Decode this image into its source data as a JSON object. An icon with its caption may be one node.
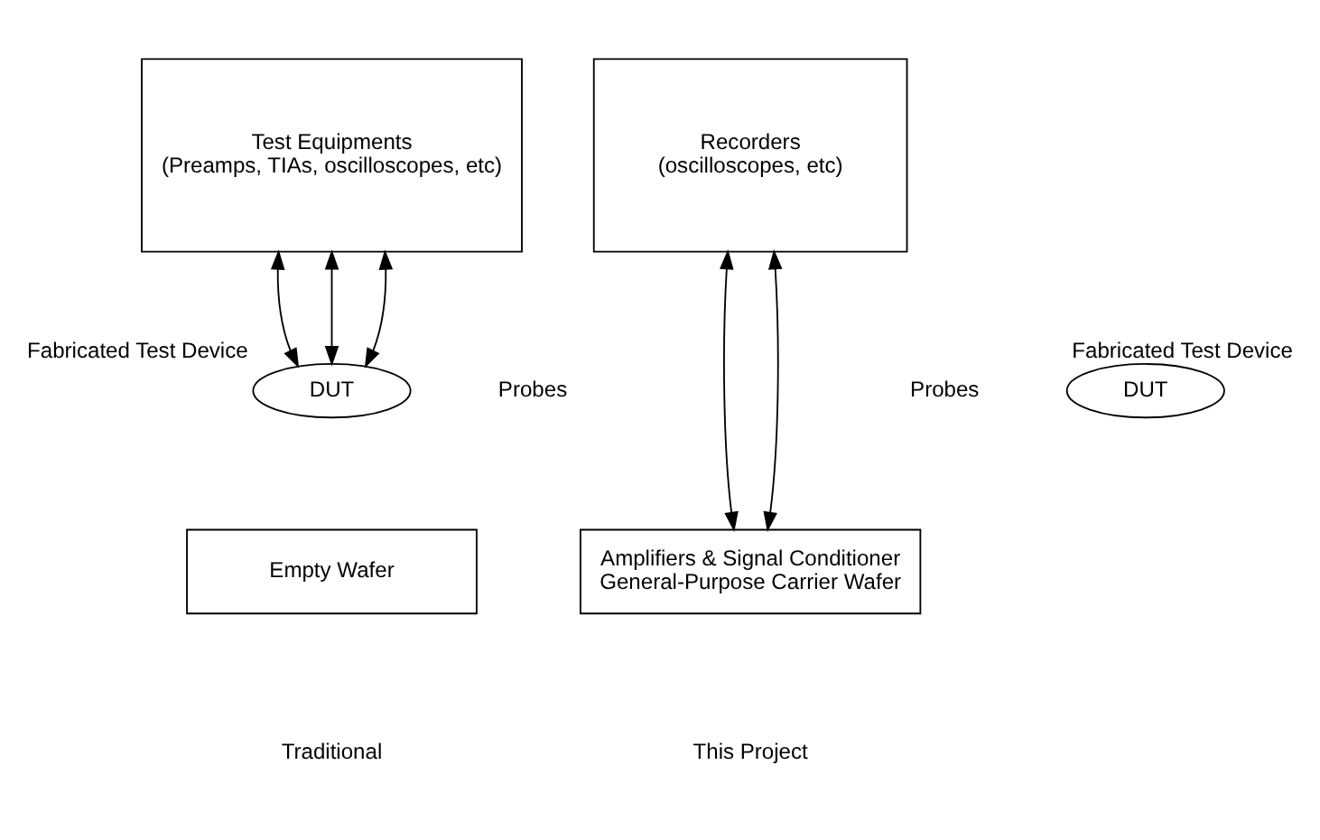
{
  "diagram": {
    "nodes": [
      {
        "text": [
          "Test Equipments",
          "(Preamps, TIAs, oscilloscopes, etc)"
        ]
      },
      {
        "text": [
          "DUT"
        ],
        "beside": [
          "Fabricated Test Device"
        ]
      },
      {
        "text": [
          "Empty Wafer"
        ]
      },
      {
        "text": [
          "Recorders",
          "(oscilloscopes, etc)"
        ]
      },
      {
        "text": [
          "DUT"
        ],
        "beside": [
          "Fabricated Test Device"
        ]
      },
      {
        "text": [
          "Amplifiers & Signal Conditioner",
          "General-Purpose Carrier Wafer"
        ]
      }
    ],
    "edges": [
      {
        "from": 0,
        "to": 1,
        "arrow": "both"
      },
      {
        "from": 0,
        "to": 1,
        "arrow": "both"
      },
      {
        "from": 0,
        "to": 1,
        "arrow": "both"
      },
      {
        "from": 3,
        "to": 5,
        "arrow": "both"
      },
      {
        "from": 3,
        "to": 5,
        "arrow": "both"
      }
    ],
    "labels": [
      "Probes",
      "Traditional",
      "Probes",
      "This Project"
    ]
  }
}
